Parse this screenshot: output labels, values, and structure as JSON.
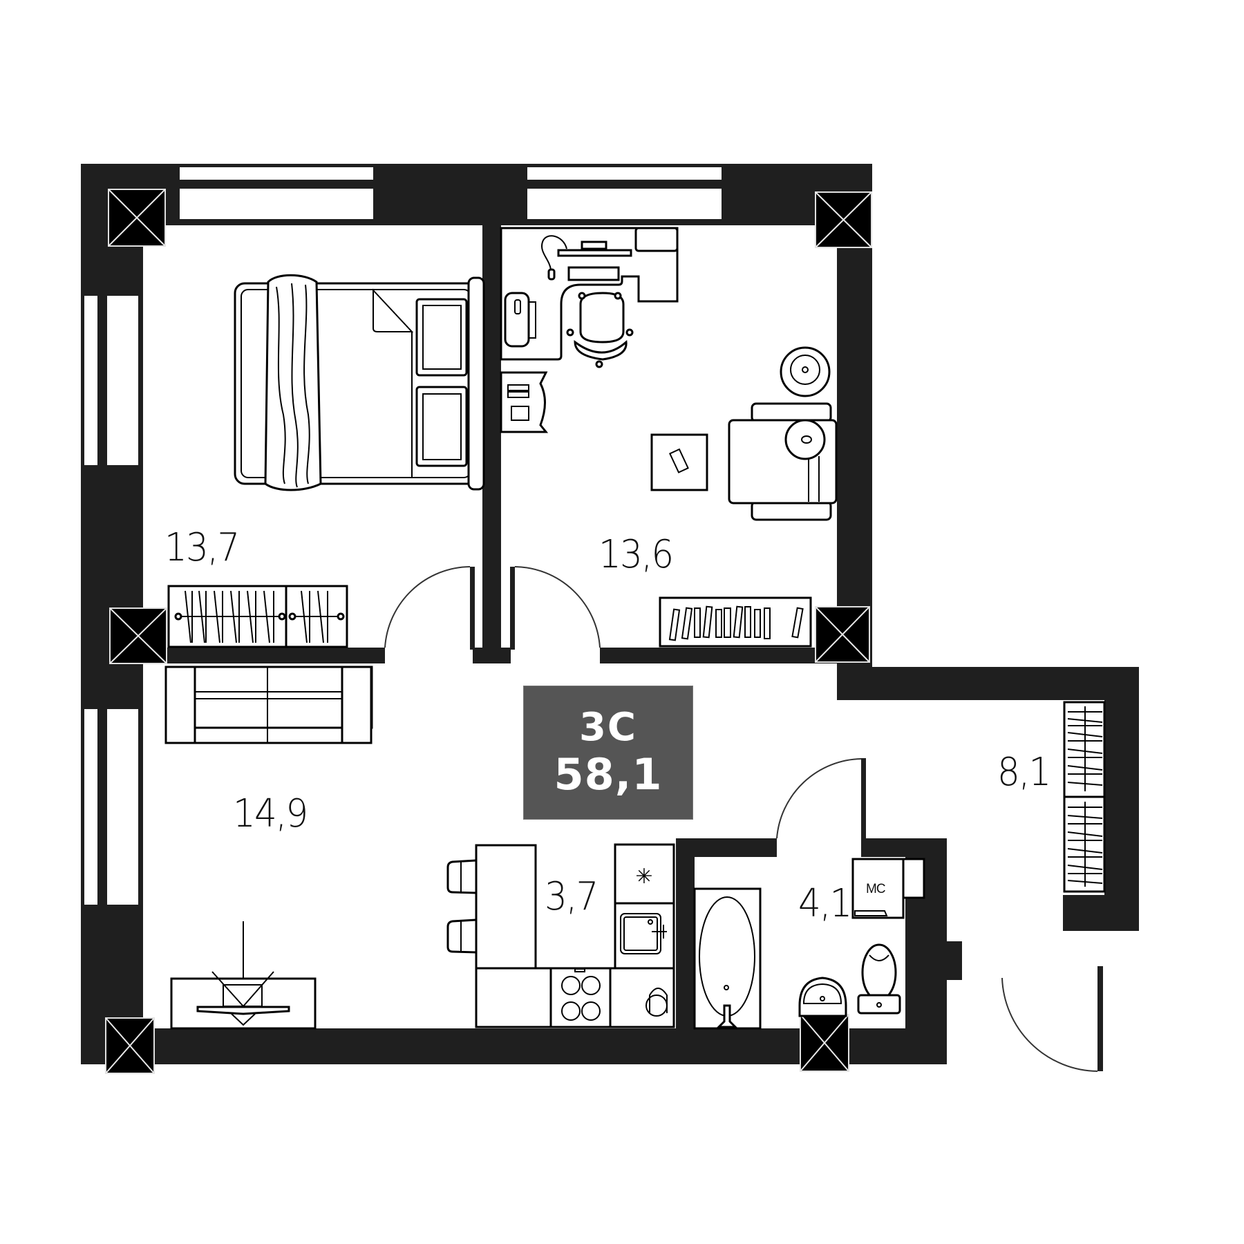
{
  "plan": {
    "apartment_type": "3С",
    "total_area": "58,1",
    "wall_color": "#1f1f1f",
    "summary_bg": "#555555"
  },
  "rooms": [
    {
      "id": "bedroom-1",
      "area": "13,7",
      "furniture": [
        "double-bed",
        "wardrobe"
      ]
    },
    {
      "id": "bedroom-2",
      "area": "13,6",
      "furniture": [
        "desk",
        "office-chair",
        "armchair",
        "side-table",
        "bookshelf",
        "plant"
      ]
    },
    {
      "id": "living-room",
      "area": "14,9",
      "furniture": [
        "sofa",
        "tv-unit"
      ]
    },
    {
      "id": "kitchen",
      "area": "3,7",
      "furniture": [
        "dining-table",
        "chairs",
        "fridge",
        "sink",
        "stove",
        "boiler"
      ]
    },
    {
      "id": "bathroom",
      "area": "4,1",
      "furniture": [
        "bathtub",
        "washbasin",
        "toilet",
        "washing-machine"
      ]
    },
    {
      "id": "hallway",
      "area": "8,1",
      "furniture": [
        "wardrobe"
      ]
    }
  ],
  "labels": {
    "washing_machine": "МС"
  }
}
